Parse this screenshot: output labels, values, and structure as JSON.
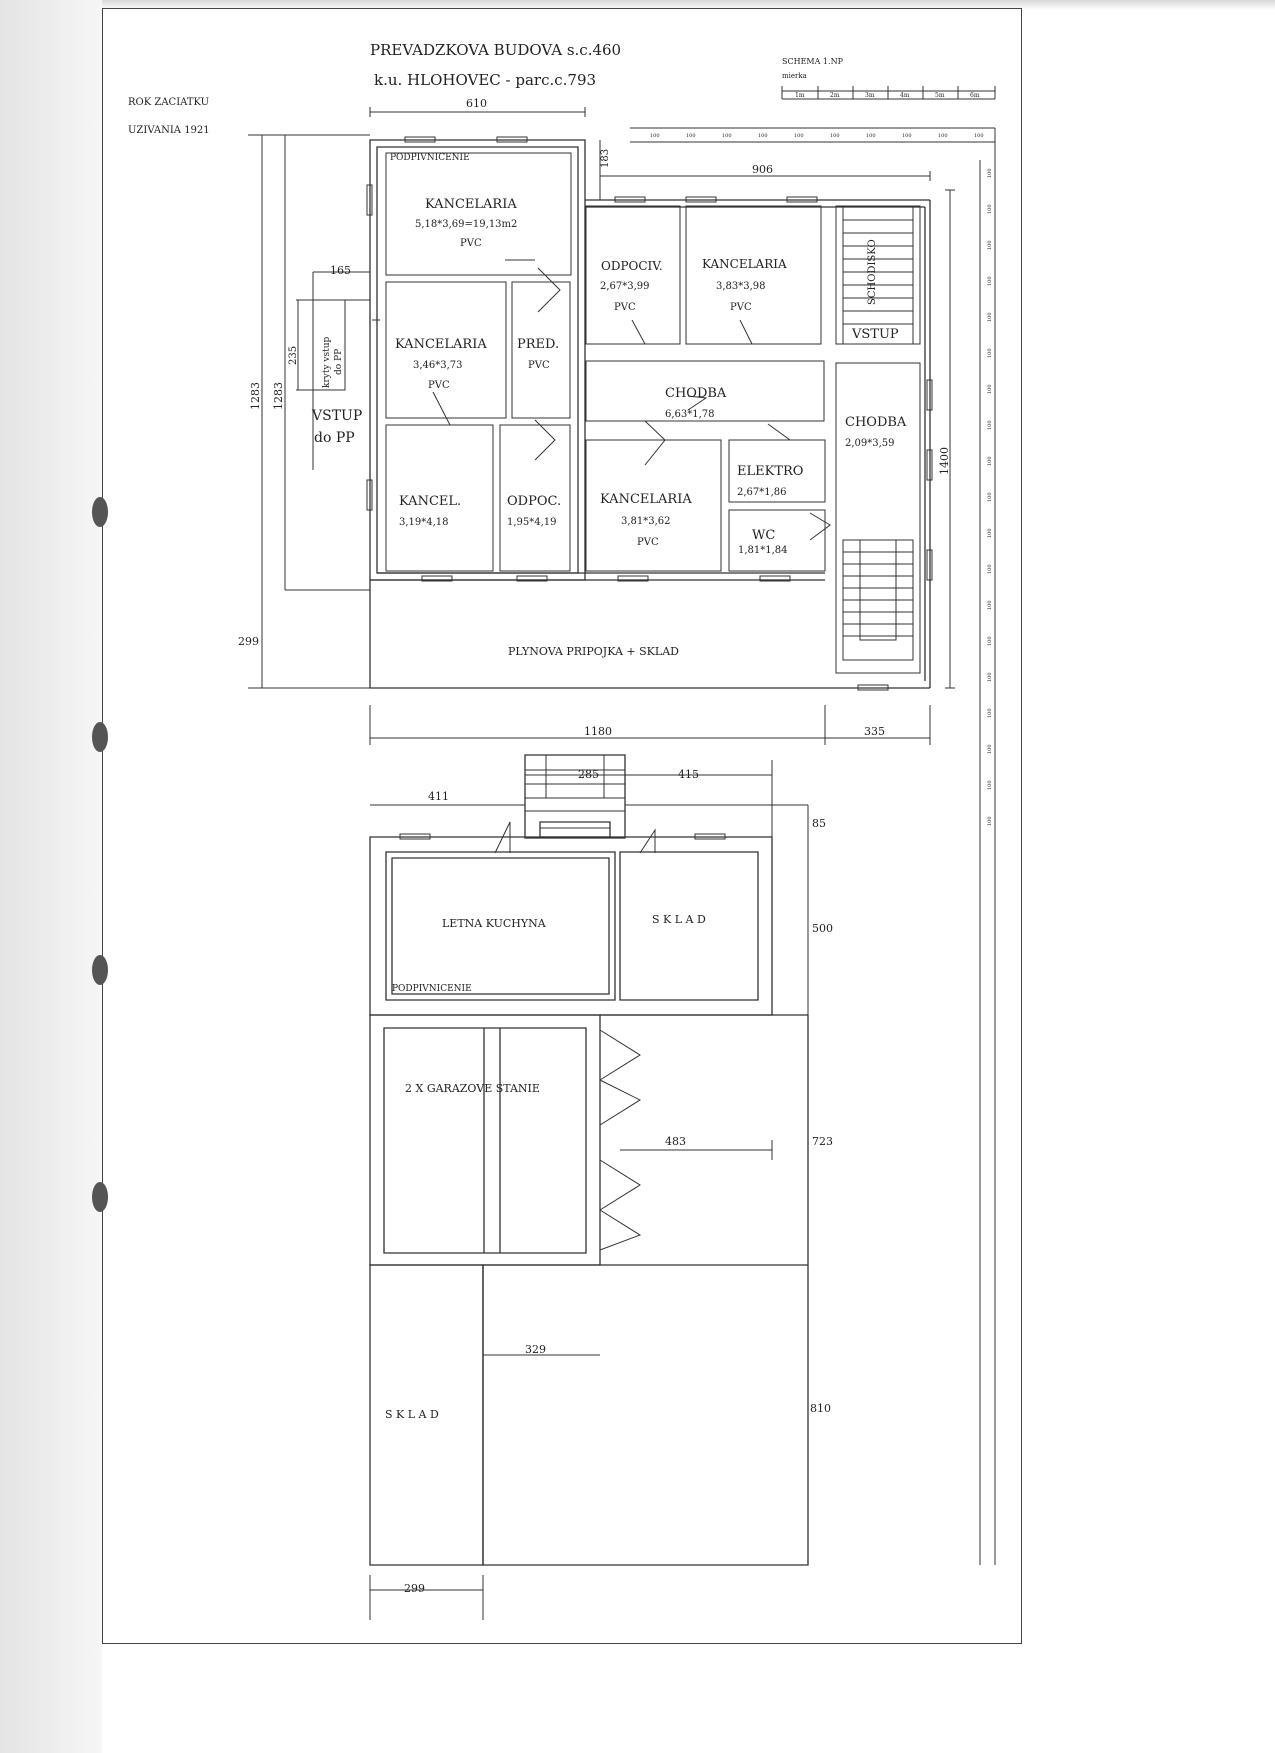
{
  "header": {
    "title_line1": "PREVADZKOVA BUDOVA s.c.460",
    "title_line2": "k.u. HLOHOVEC - parc.c.793",
    "year_label_1": "ROK ZACIATKU",
    "year_label_2": "UZIVANIA 1921",
    "schema_title": "SCHEMA 1.NP",
    "scale_word": "mierka",
    "scale_ticks": [
      "1m",
      "2m",
      "3m",
      "4m",
      "5m",
      "6m"
    ]
  },
  "rooms": {
    "podpivnicenie_top": "PODPIVNICENIE",
    "kancelaria_1": {
      "name": "KANCELARIA",
      "dims": "5,18*3,69=19,13m2",
      "floor": "PVC"
    },
    "odpociv": {
      "name": "ODPOCIV.",
      "dims": "2,67*3,99",
      "floor": "PVC"
    },
    "kancelaria_2": {
      "name": "KANCELARIA",
      "dims": "3,83*3,98",
      "floor": "PVC"
    },
    "schodisko": "SCHODISKO",
    "vstup": "VSTUP",
    "kancelaria_3": {
      "name": "KANCELARIA",
      "dims": "3,46*3,73",
      "floor": "PVC"
    },
    "pred": {
      "name": "PRED.",
      "floor": "PVC"
    },
    "chodba_1": {
      "name": "CHODBA",
      "dims": "6,63*1,78"
    },
    "chodba_2": {
      "name": "CHODBA",
      "dims": "2,09*3,59"
    },
    "kancel": {
      "name": "KANCEL.",
      "dims": "3,19*4,18"
    },
    "odpoc": {
      "name": "ODPOC.",
      "dims": "1,95*4,19"
    },
    "kancelaria_4": {
      "name": "KANCELARIA",
      "dims": "3,81*3,62",
      "floor": "PVC"
    },
    "elektro": {
      "name": "ELEKTRO",
      "dims": "2,67*1,86"
    },
    "wc": {
      "name": "WC",
      "dims": "1,81*1,84"
    },
    "plynova": "PLYNOVA PRIPOJKA + SKLAD",
    "vstup_pp_1": "VSTUP",
    "vstup_pp_2": "do PP",
    "kryty_vstup_1": "kryty vstup",
    "kryty_vstup_2": "do PP",
    "letna_kuchyna": "LETNA KUCHYNA",
    "sklad_1": "S K L A D",
    "podpivnicenie_bottom": "PODPIVNICENIE",
    "garaze": "2 X GARAZOVE STANIE",
    "sklad_2": "S K L A D"
  },
  "dimensions": {
    "d610": "610",
    "d906": "906",
    "d183": "183",
    "d165": "165",
    "d235": "235",
    "d1283a": "1283",
    "d1283b": "1283",
    "d1400": "1400",
    "d299a": "299",
    "d1180": "1180",
    "d335": "335",
    "d285": "285",
    "d415": "415",
    "d411": "411",
    "d85": "85",
    "d500": "500",
    "d723": "723",
    "d483": "483",
    "d329": "329",
    "d810": "810",
    "d299b": "299",
    "ruler_label": "100"
  }
}
